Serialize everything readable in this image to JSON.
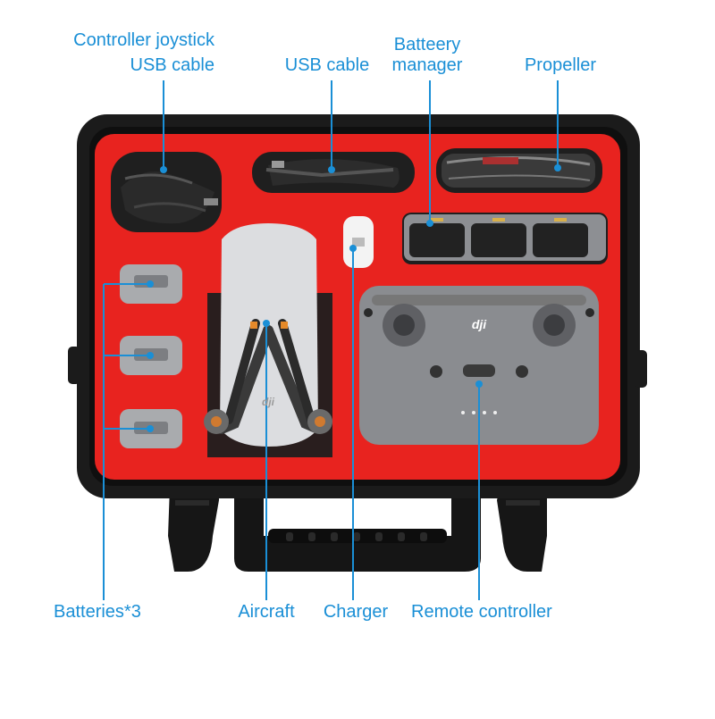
{
  "labels": {
    "controller_joystick_line1": "Controller joystick",
    "controller_joystick_line2": "USB cable",
    "usb_cable": "USB cable",
    "battery_manager_line1": "Batteery",
    "battery_manager_line2": "manager",
    "propeller": "Propeller",
    "batteries": "Batteries*3",
    "aircraft": "Aircraft",
    "charger": "Charger",
    "remote_controller": "Remote controller"
  },
  "product_text": {
    "controller_logo": "dji",
    "aircraft_logo": "dji"
  },
  "colors": {
    "label_blue": "#1a8fd6",
    "case_black": "#1b1b1b",
    "foam_red": "#e8231f",
    "drone_gray": "#d9dadc",
    "controller_gray": "#8a8c90"
  }
}
